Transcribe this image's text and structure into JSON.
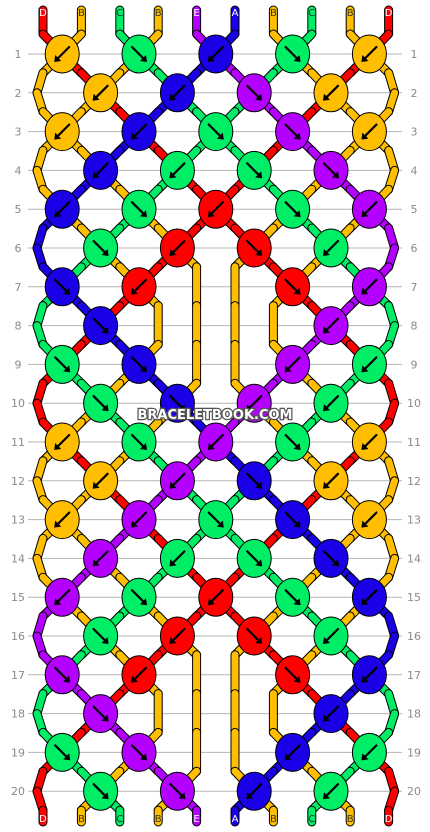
{
  "watermark": "BRACELETBOOK.COM",
  "colors": {
    "A": "#1a00e6",
    "B": "#ffbf00",
    "C": "#00ee66",
    "D": "#ff0000",
    "E": "#b400ff",
    "grid": "#b5b5b5",
    "label": "#8a8a8a"
  },
  "strands_top": [
    "D",
    "B",
    "C",
    "B",
    "E",
    "A",
    "B",
    "C",
    "B",
    "D"
  ],
  "strands_bottom": [
    "D",
    "B",
    "C",
    "B",
    "E",
    "A",
    "B",
    "C",
    "B",
    "D"
  ],
  "row_labels": [
    "1",
    "2",
    "3",
    "4",
    "5",
    "6",
    "7",
    "8",
    "9",
    "10",
    "11",
    "12",
    "13",
    "14",
    "15",
    "16",
    "17",
    "18",
    "19",
    "20"
  ],
  "knot_colors": [
    [
      "B",
      "C",
      "A",
      "C",
      "B"
    ],
    [
      "B",
      "A",
      "E",
      "B"
    ],
    [
      "B",
      "A",
      "C",
      "E",
      "B"
    ],
    [
      "A",
      "C",
      "C",
      "E"
    ],
    [
      "A",
      "C",
      "D",
      "C",
      "E"
    ],
    [
      "C",
      "D",
      "D",
      "C"
    ],
    [
      "A",
      "D",
      "",
      "D",
      "E"
    ],
    [
      "A",
      "",
      "",
      "E"
    ],
    [
      "C",
      "A",
      "",
      "E",
      "C"
    ],
    [
      "C",
      "A",
      "E",
      "C"
    ],
    [
      "B",
      "C",
      "E",
      "C",
      "B"
    ],
    [
      "B",
      "E",
      "A",
      "B"
    ],
    [
      "B",
      "E",
      "C",
      "A",
      "B"
    ],
    [
      "E",
      "C",
      "C",
      "A"
    ],
    [
      "E",
      "C",
      "D",
      "C",
      "A"
    ],
    [
      "C",
      "D",
      "D",
      "C"
    ],
    [
      "E",
      "D",
      "",
      "D",
      "A"
    ],
    [
      "E",
      "",
      "",
      "A"
    ],
    [
      "C",
      "E",
      "",
      "A",
      "C"
    ],
    [
      "C",
      "E",
      "A",
      "C"
    ]
  ],
  "knot_dirs": [
    [
      "sw",
      "se",
      "sw",
      "se",
      "sw"
    ],
    [
      "sw",
      "sw",
      "se",
      "sw"
    ],
    [
      "sw",
      "sw",
      "se",
      "se",
      "sw"
    ],
    [
      "sw",
      "sw",
      "se",
      "se"
    ],
    [
      "sw",
      "se",
      "sw",
      "se",
      "sw"
    ],
    [
      "se",
      "sw",
      "se",
      "sw"
    ],
    [
      "se",
      "sw",
      "",
      "se",
      "sw"
    ],
    [
      "se",
      "",
      "",
      "sw"
    ],
    [
      "se",
      "se",
      "",
      "sw",
      "sw"
    ],
    [
      "se",
      "se",
      "sw",
      "sw"
    ],
    [
      "sw",
      "se",
      "sw",
      "se",
      "sw"
    ],
    [
      "sw",
      "sw",
      "se",
      "sw"
    ],
    [
      "sw",
      "sw",
      "se",
      "se",
      "sw"
    ],
    [
      "sw",
      "sw",
      "se",
      "se"
    ],
    [
      "sw",
      "se",
      "sw",
      "se",
      "sw"
    ],
    [
      "se",
      "sw",
      "se",
      "sw"
    ],
    [
      "se",
      "sw",
      "",
      "se",
      "sw"
    ],
    [
      "se",
      "",
      "",
      "sw"
    ],
    [
      "se",
      "se",
      "",
      "sw",
      "sw"
    ],
    [
      "se",
      "se",
      "sw",
      "sw"
    ]
  ]
}
